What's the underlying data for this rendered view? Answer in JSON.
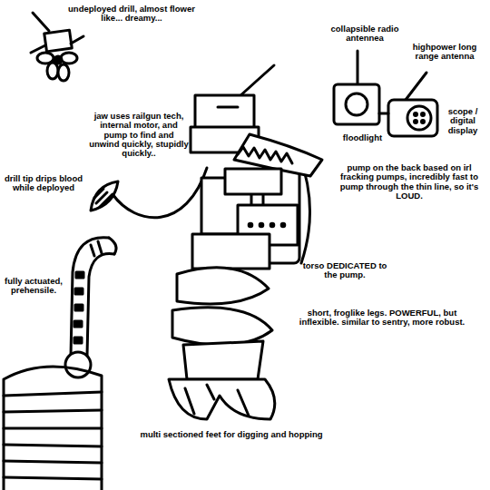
{
  "diagram": {
    "labels": [
      "undeployed drill, almost flower like... dreamy...",
      "collapsible radio antennea",
      "highpower long range antenna",
      "jaw uses railgun tech, internal motor, and pump to find and unwind quickly, stupidly quickly..",
      "scope / digital display",
      "floodlight",
      "drill tip drips blood while deployed",
      "pump on the back based on irl fracking pumps, incredibly fast to pump through the thin line, so it's LOUD.",
      "torso DEDICATED to the pump.",
      "fully actuated, prehensile.",
      "short, froglike legs. POWERFUL, but inflexible. similar to sentry, more robust.",
      "multi sectioned feet for digging and hopping"
    ]
  }
}
